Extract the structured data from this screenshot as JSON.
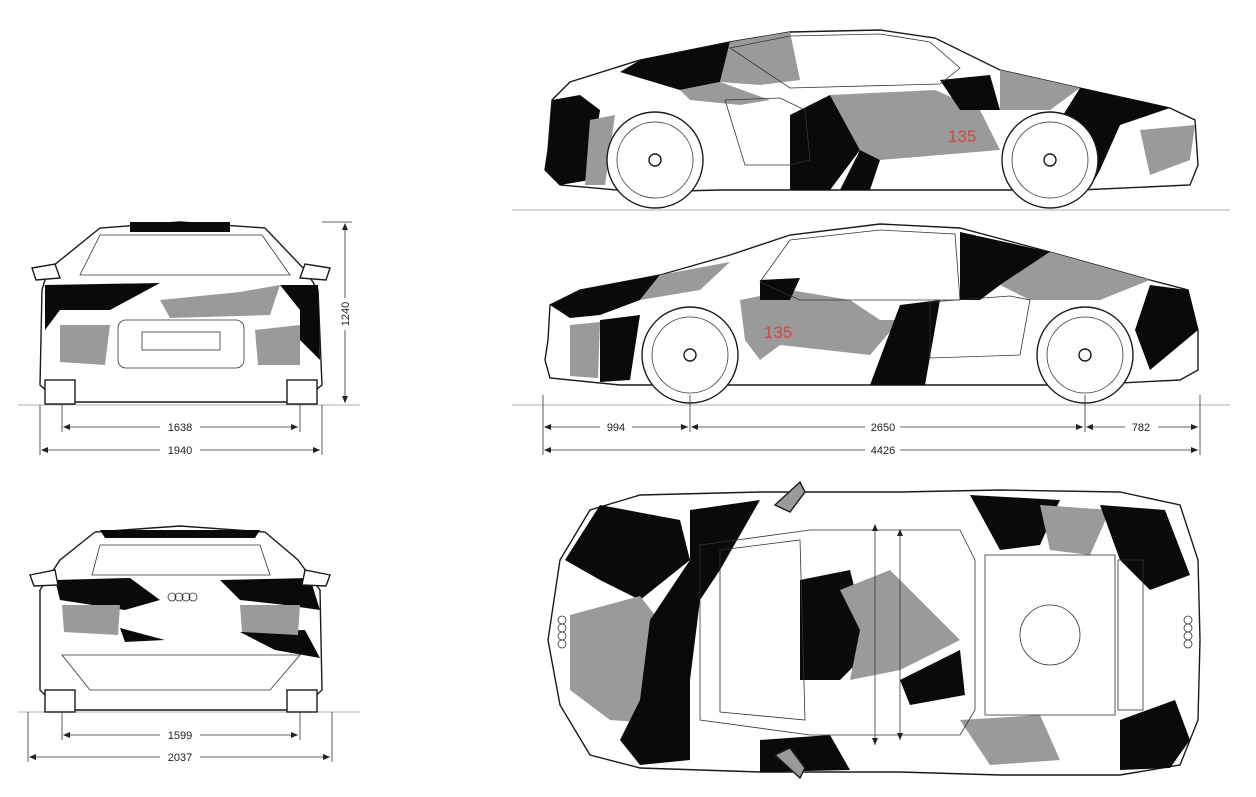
{
  "colors": {
    "black_camo": "#0a0a0a",
    "grey_camo": "#9a9a9a",
    "line": "#1a1a1a",
    "number_red": "#d64545"
  },
  "side_top": {
    "number_label": "135"
  },
  "side_bottom": {
    "number_label": "135",
    "dims": {
      "front_overhang": "994",
      "wheelbase": "2650",
      "rear_overhang": "782",
      "length": "4426"
    }
  },
  "front": {
    "dims": {
      "height": "1240",
      "track_front": "1638",
      "width": "1940"
    }
  },
  "rear": {
    "dims": {
      "track_rear": "1599",
      "width_mirrors": "2037"
    }
  }
}
